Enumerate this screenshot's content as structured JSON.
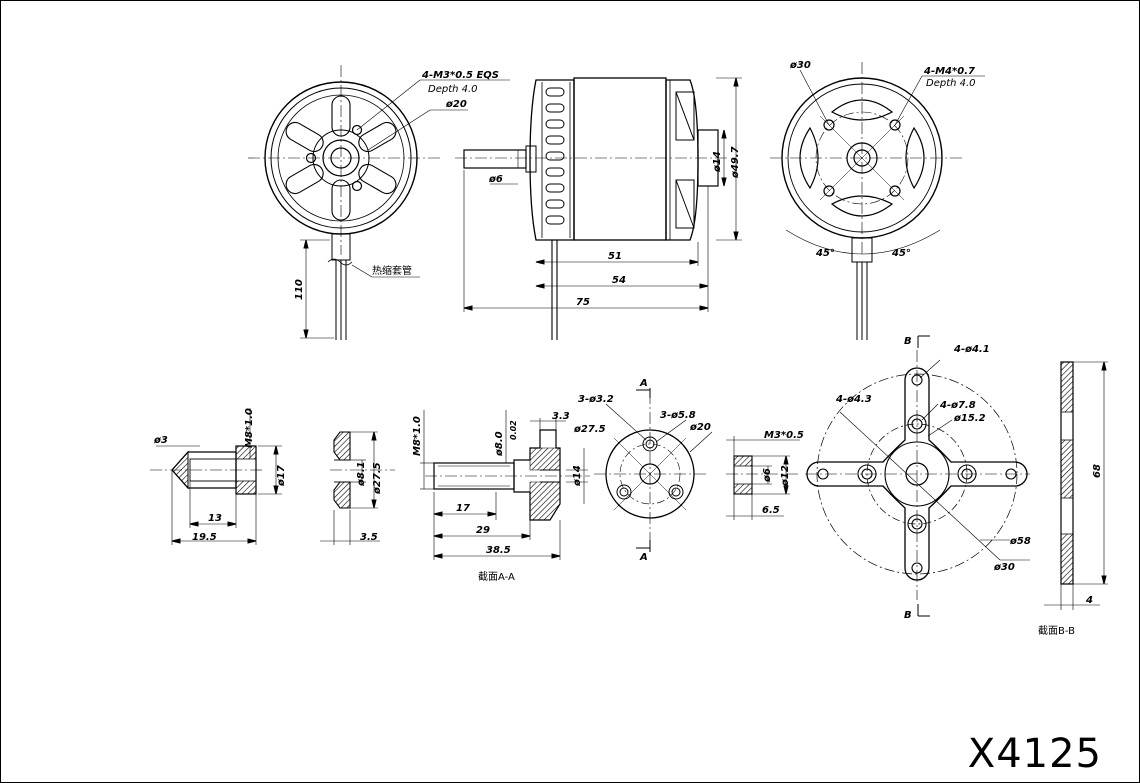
{
  "model": "X4125",
  "front_view": {
    "thread": "4-M3*0.5 EQS",
    "depth": "Depth 4.0",
    "bolt_circle": "ø20",
    "heat_shrink": "热缩套管",
    "lead_length": "110"
  },
  "side_view": {
    "shaft": "ø6",
    "shaft_boss": "ø14",
    "body_dia": "ø49.7",
    "len_body": "51",
    "len_total_body": "54",
    "len_overall": "75"
  },
  "rear_view": {
    "bolt_circle": "ø30",
    "thread": "4-M4*0.7",
    "depth": "Depth 4.0",
    "angle_left": "45°",
    "angle_right": "45°"
  },
  "spinner_nut": {
    "d3": "ø3",
    "thread": "M8*1.0",
    "d17": "ø17",
    "len13": "13",
    "len19_5": "19.5"
  },
  "washer": {
    "d8_1": "ø8.1",
    "d27_5": "ø27.5",
    "t3_5": "3.5"
  },
  "prop_adapter": {
    "thread": "M8*1.0",
    "d8": "ø8.0",
    "d02": "0.02",
    "len3_3": "3.3",
    "d14": "ø14",
    "len17": "17",
    "len29": "29",
    "len38_5": "38.5",
    "section_label": "截面A-A"
  },
  "adapter_face": {
    "holes_small": "3-ø3.2",
    "holes_large": "3-ø5.8",
    "outer": "ø27.5",
    "pcd": "ø20",
    "section_mark": "A"
  },
  "collar": {
    "thread": "M3*0.5",
    "d6": "ø6",
    "d12": "ø12",
    "len6_5": "6.5"
  },
  "x_mount": {
    "holes_outer": "4-ø4.1",
    "holes_mid": "4-ø4.3",
    "holes_inner": "4-ø7.8",
    "center": "ø15.2",
    "pcd58": "ø58",
    "pcd30": "ø30",
    "section_mark": "B"
  },
  "mount_section": {
    "height": "68",
    "thickness": "4",
    "section_label": "截面B-B"
  }
}
